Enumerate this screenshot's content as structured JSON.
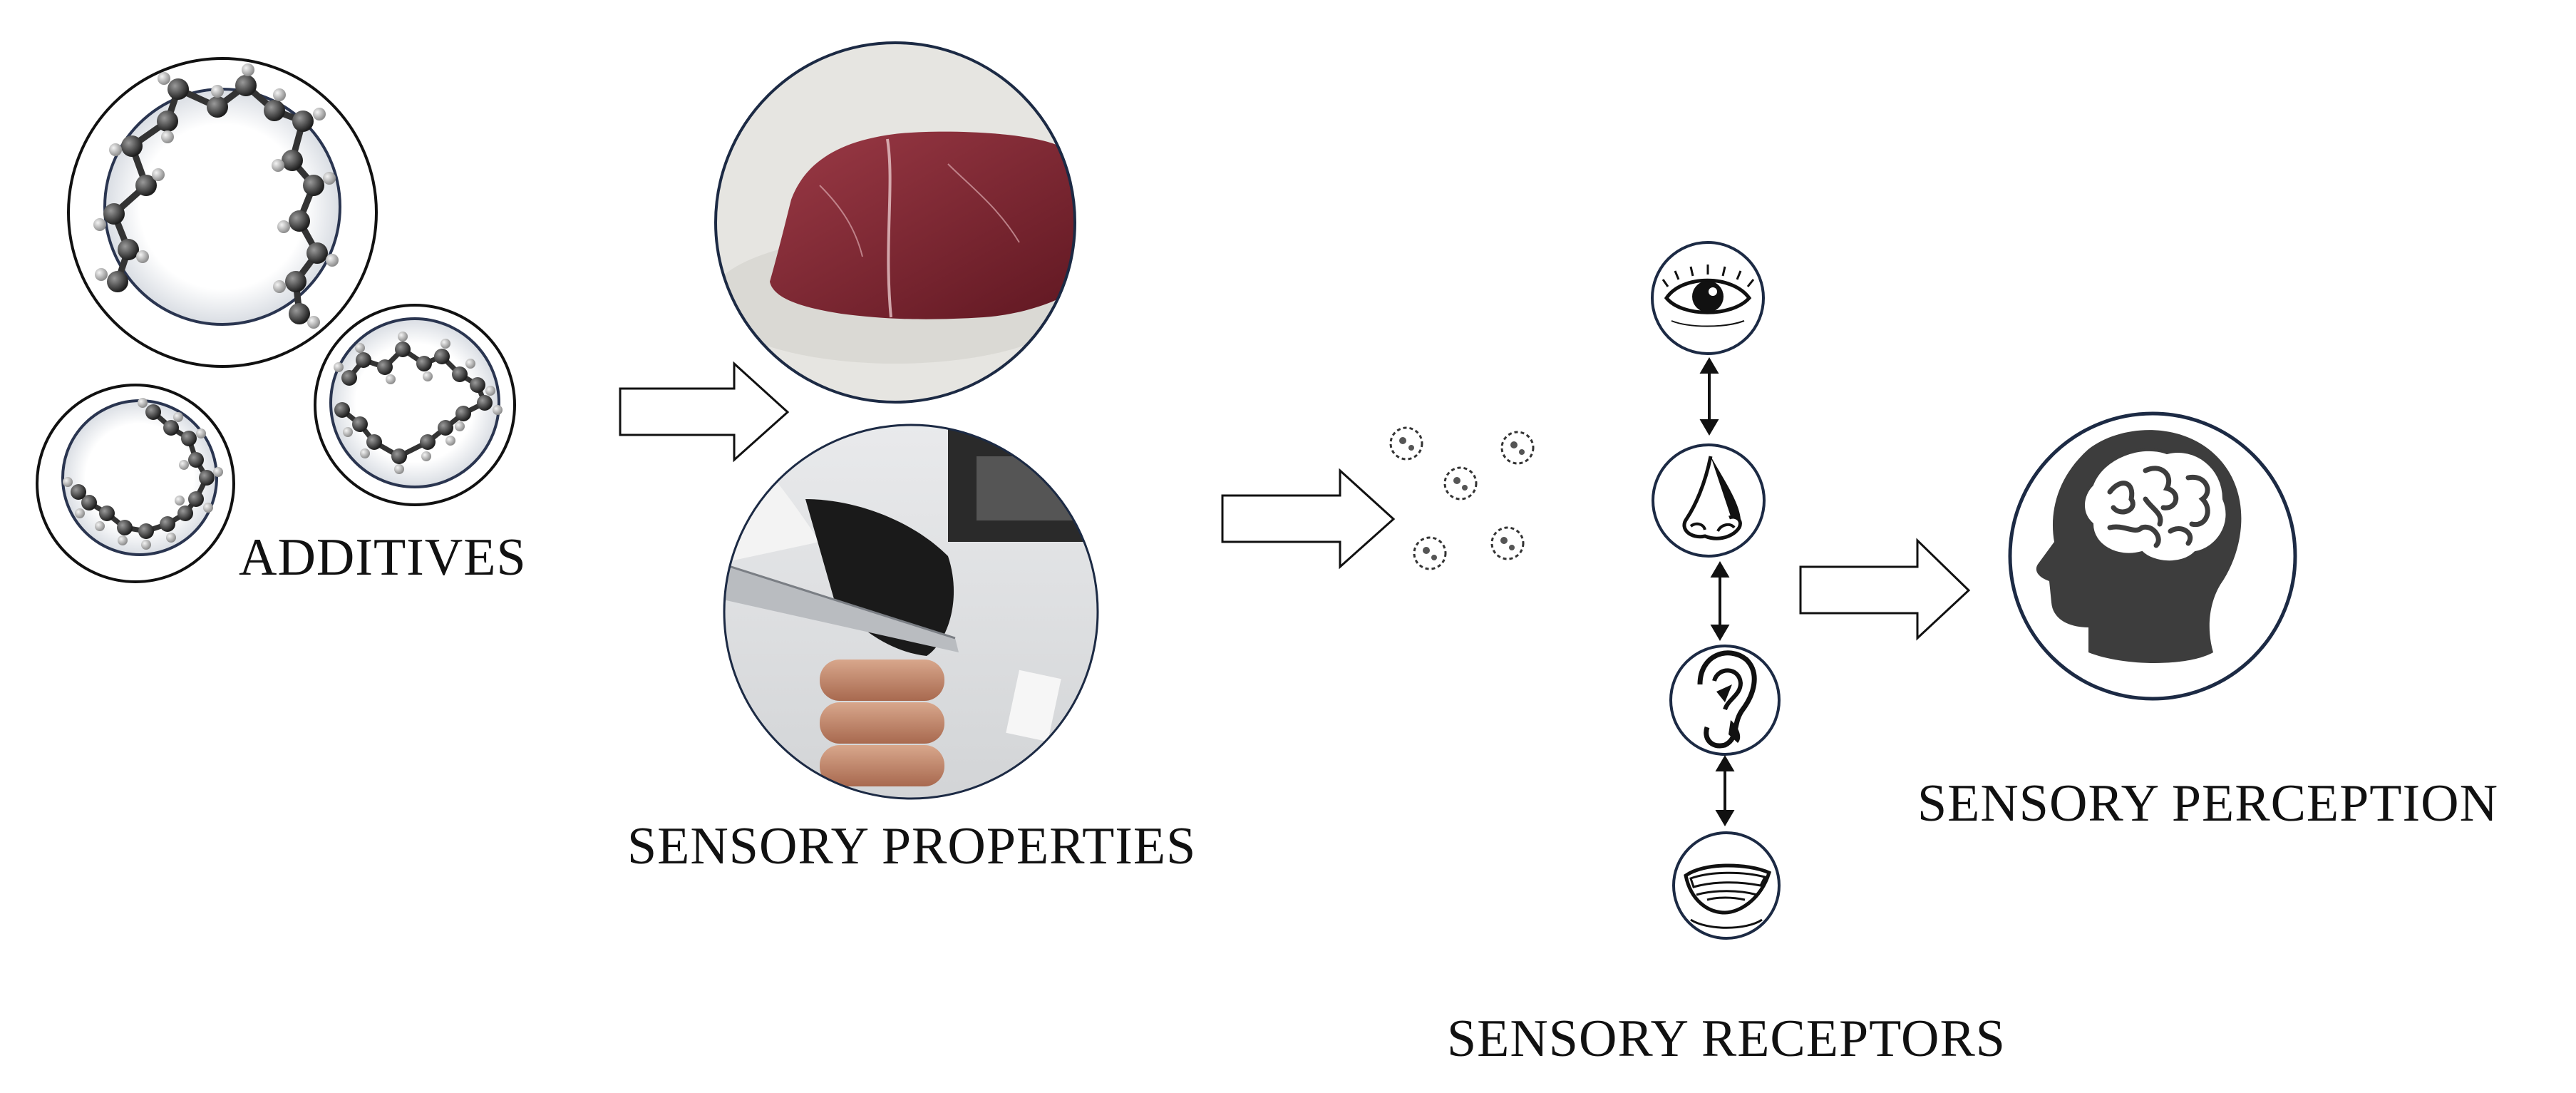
{
  "labels": {
    "additives": "ADDITIVES",
    "sensory_properties": "SENSORY PROPERTIES",
    "sensory_receptors": "SENSORY RECEPTORS",
    "sensory_perception": "SENSORY PERCEPTION"
  },
  "icons": [
    "eye-icon",
    "nose-icon",
    "ear-icon",
    "mouth-icon",
    "head-brain-icon"
  ],
  "colors": {
    "outline": "#1c2a44",
    "atom": "#3a3a3a",
    "meat": "#7b1f2a",
    "sausage": "#c98e72"
  }
}
